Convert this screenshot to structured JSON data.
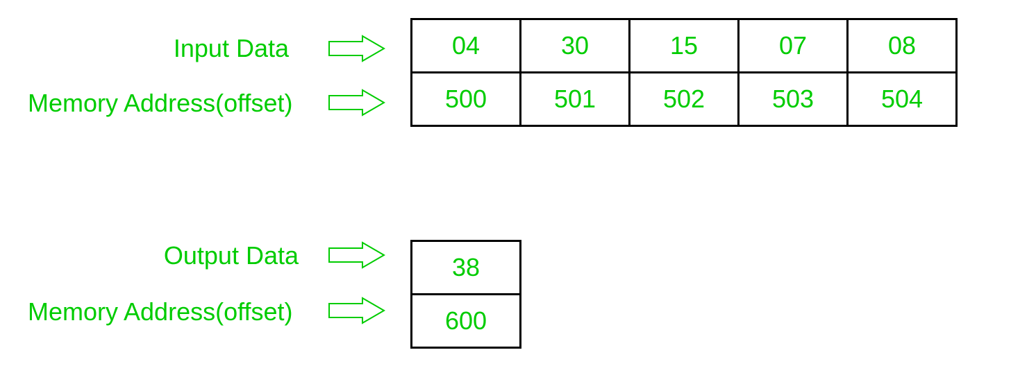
{
  "input_section": {
    "data_label": "Input Data",
    "address_label": "Memory Address(offset)",
    "data_values": [
      "04",
      "30",
      "15",
      "07",
      "08"
    ],
    "address_values": [
      "500",
      "501",
      "502",
      "503",
      "504"
    ]
  },
  "output_section": {
    "data_label": "Output Data",
    "address_label": "Memory Address(offset)",
    "data_values": [
      "38"
    ],
    "address_values": [
      "600"
    ]
  },
  "colors": {
    "text": "#00cc00",
    "arrow": "#00cc00",
    "border": "#000000"
  },
  "icons": {
    "arrow": "outline-right-arrow-icon"
  }
}
